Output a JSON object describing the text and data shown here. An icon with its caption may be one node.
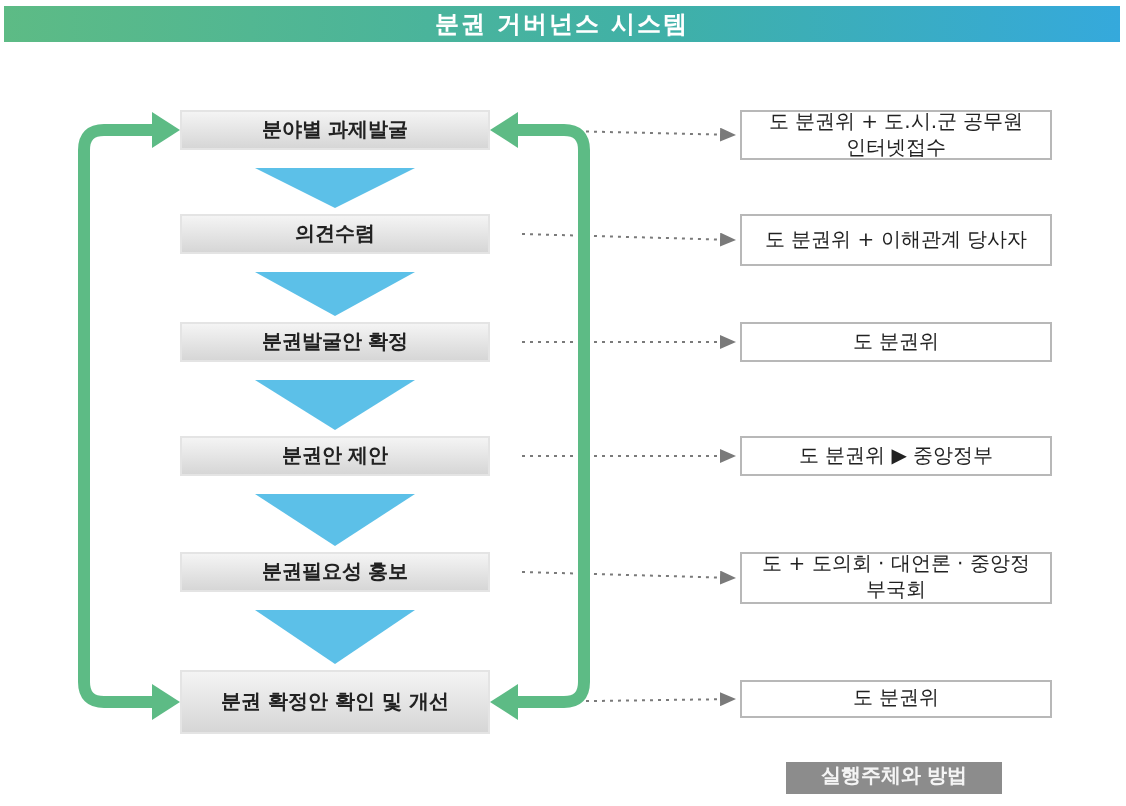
{
  "diagram": {
    "title": "분권 거버넌스 시스템",
    "nodes": [
      {
        "text": [
          "분야별 과제발굴"
        ]
      },
      {
        "text": [
          "의견수렴"
        ]
      },
      {
        "text": [
          "분권발굴안 확정"
        ]
      },
      {
        "text": [
          "분권안 제안"
        ]
      },
      {
        "text": [
          "분권필요성 홍보"
        ]
      },
      {
        "text": [
          "분권 확정안 확인 및 개선"
        ]
      },
      {
        "text": [
          "도 분권위 + 도.시.군 공무원 인터넷접수"
        ]
      },
      {
        "text": [
          "도 분권위 + 이해관계 당사자"
        ]
      },
      {
        "text": [
          "도 분권위"
        ]
      },
      {
        "text": [
          "도 분권위 ▶ 중앙정부"
        ]
      },
      {
        "text": [
          "도 + 도의회 · 대언론 · 중앙정부국회"
        ]
      },
      {
        "text": [
          "도 분권위"
        ]
      }
    ],
    "edges": [
      {
        "from": 0,
        "to": 1,
        "arrow": "to",
        "style": "thick",
        "color": "#5cc0e8"
      },
      {
        "from": 1,
        "to": 2,
        "arrow": "to",
        "style": "thick",
        "color": "#5cc0e8"
      },
      {
        "from": 2,
        "to": 3,
        "arrow": "to",
        "style": "thick",
        "color": "#5cc0e8"
      },
      {
        "from": 3,
        "to": 4,
        "arrow": "to",
        "style": "thick",
        "color": "#5cc0e8"
      },
      {
        "from": 4,
        "to": 5,
        "arrow": "to",
        "style": "thick",
        "color": "#5cc0e8"
      },
      {
        "from": 0,
        "to": 6,
        "arrow": "to",
        "style": "dashed"
      },
      {
        "from": 1,
        "to": 7,
        "arrow": "to",
        "style": "dashed"
      },
      {
        "from": 2,
        "to": 8,
        "arrow": "to",
        "style": "dashed"
      },
      {
        "from": 3,
        "to": 9,
        "arrow": "to",
        "style": "dashed"
      },
      {
        "from": 4,
        "to": 10,
        "arrow": "to",
        "style": "dashed"
      },
      {
        "from": 5,
        "to": 11,
        "arrow": "to",
        "style": "dashed"
      },
      {
        "from": 0,
        "to": 5,
        "arrow": "both",
        "style": "thick",
        "color": "#5dbb85"
      },
      {
        "from": 0,
        "to": 5,
        "arrow": "both",
        "style": "thick",
        "color": "#5dbb85"
      }
    ],
    "labels": [
      "실행주체와 방법"
    ]
  }
}
